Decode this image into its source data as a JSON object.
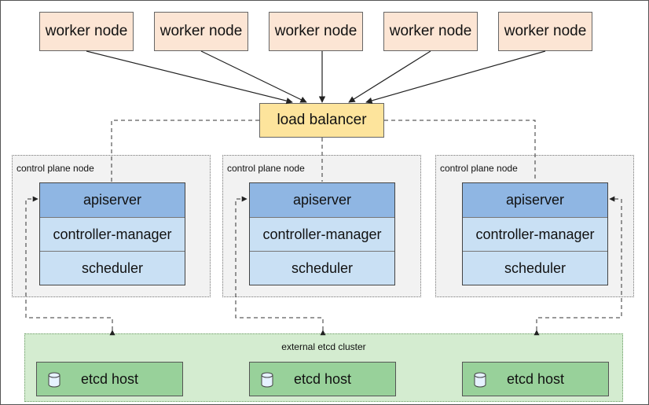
{
  "workers": [
    {
      "label": "worker node"
    },
    {
      "label": "worker node"
    },
    {
      "label": "worker node"
    },
    {
      "label": "worker node"
    },
    {
      "label": "worker node"
    }
  ],
  "load_balancer": {
    "label": "load balancer"
  },
  "control_planes": [
    {
      "label": "control plane node",
      "components": [
        "apiserver",
        "controller-manager",
        "scheduler"
      ]
    },
    {
      "label": "control plane node",
      "components": [
        "apiserver",
        "controller-manager",
        "scheduler"
      ]
    },
    {
      "label": "control plane node",
      "components": [
        "apiserver",
        "controller-manager",
        "scheduler"
      ]
    }
  ],
  "etcd_cluster": {
    "label": "external etcd cluster",
    "hosts": [
      {
        "label": "etcd host",
        "icon": "database-icon"
      },
      {
        "label": "etcd host",
        "icon": "database-icon"
      },
      {
        "label": "etcd host",
        "icon": "database-icon"
      }
    ]
  },
  "colors": {
    "worker": "#fce5d4",
    "load_balancer": "#fde49c",
    "apiserver": "#8fb6e3",
    "component": "#c9e0f4",
    "control_plane_bg": "#f2f2f2",
    "etcd_cluster_bg": "#d4ecd0",
    "etcd_host": "#98d19a"
  }
}
